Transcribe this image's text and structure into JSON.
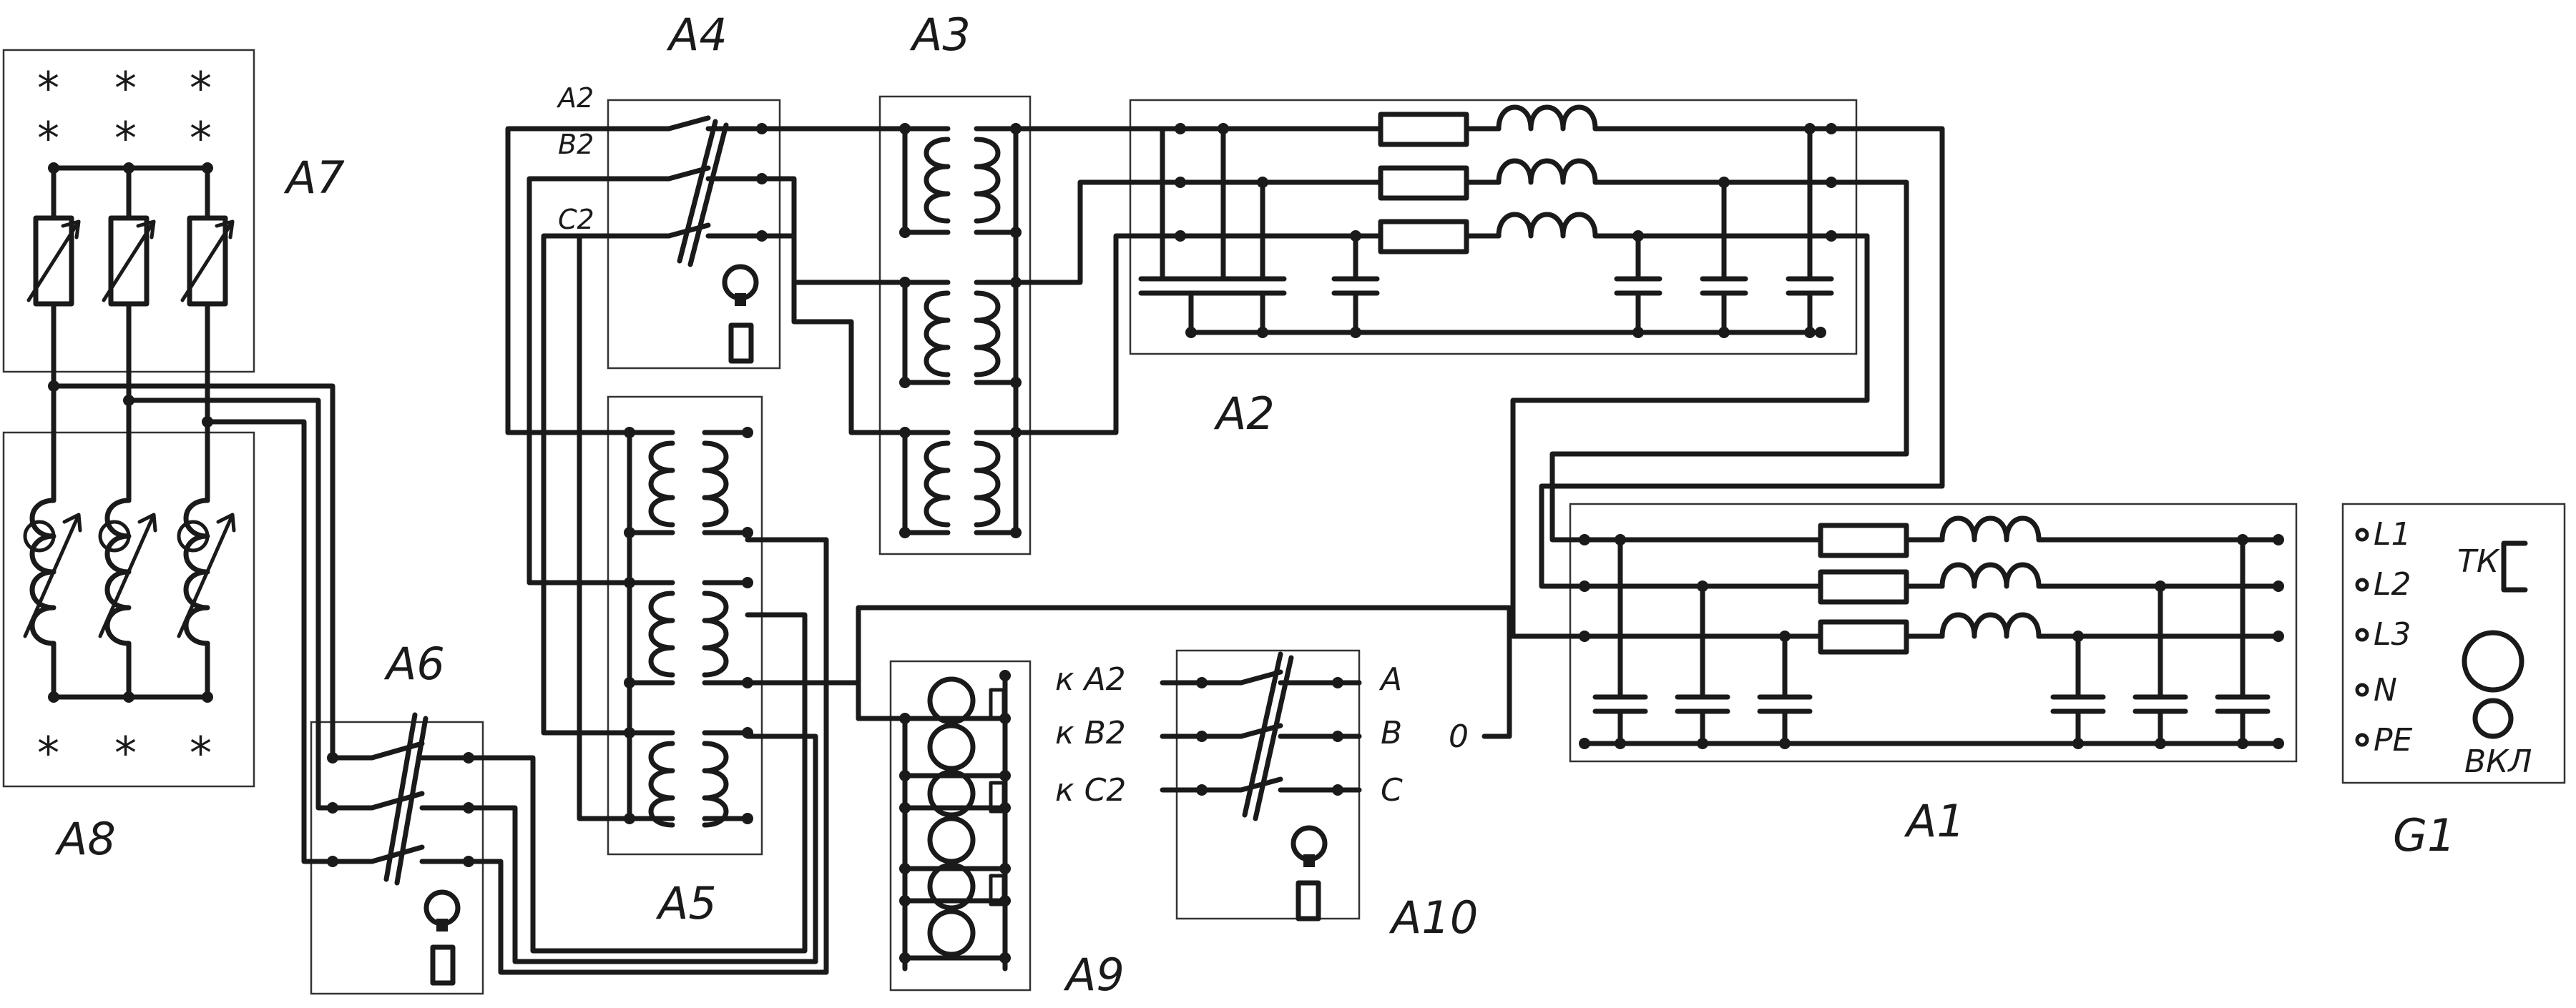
{
  "blocks": {
    "a1": "A1",
    "a2": "A2",
    "a3": "A3",
    "a4": "A4",
    "a5": "A5",
    "a6": "A6",
    "a7": "A7",
    "a8": "A8",
    "a9": "A9",
    "a10": "A10",
    "g1": "G1"
  },
  "a4_terminals": [
    "A2",
    "B2",
    "C2"
  ],
  "a10_inputs": [
    "к A2",
    "к B2",
    "к C2"
  ],
  "a10_outputs": [
    "A",
    "B",
    "C"
  ],
  "neutral_label": "0",
  "g1": {
    "terminals": [
      "L1",
      "L2",
      "L3",
      "N",
      "PE"
    ],
    "tk_label": "ТК",
    "on_label": "ВКЛ"
  },
  "a7_star": "*",
  "a8_star": "*"
}
